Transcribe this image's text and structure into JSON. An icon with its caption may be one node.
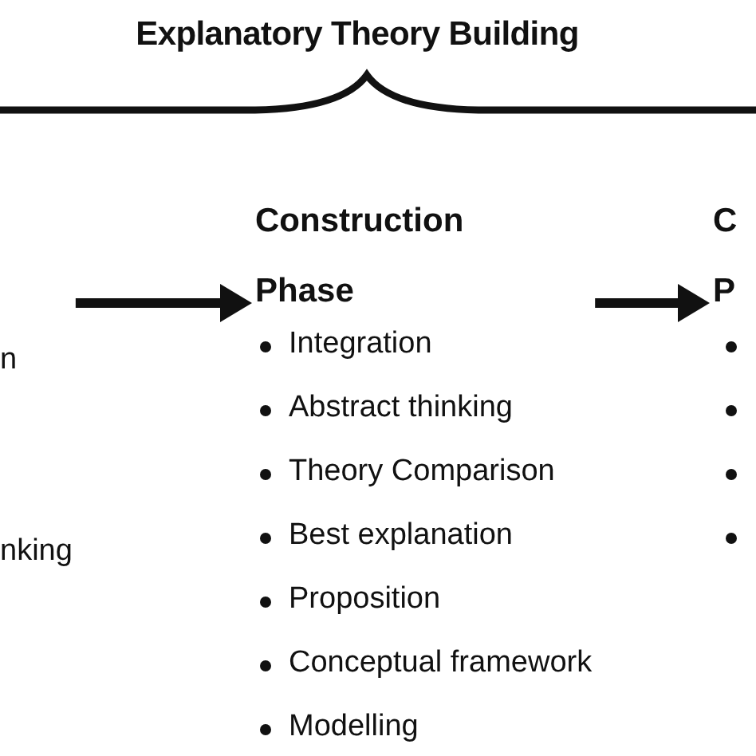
{
  "diagram": {
    "title": "Explanatory Theory Building",
    "nodes": [
      {
        "text": [
          "n",
          "nking"
        ]
      },
      {
        "text": [
          "Construction Phase",
          "Integration",
          "Abstract thinking",
          "Theory Comparison",
          "Best explanation",
          "Proposition",
          "Conceptual framework",
          "Modelling"
        ]
      },
      {
        "text": [
          "C P"
        ]
      }
    ],
    "edges": [
      {
        "from": 0,
        "to": 1,
        "arrow": "to"
      },
      {
        "from": 1,
        "to": 2,
        "arrow": "to"
      }
    ]
  }
}
